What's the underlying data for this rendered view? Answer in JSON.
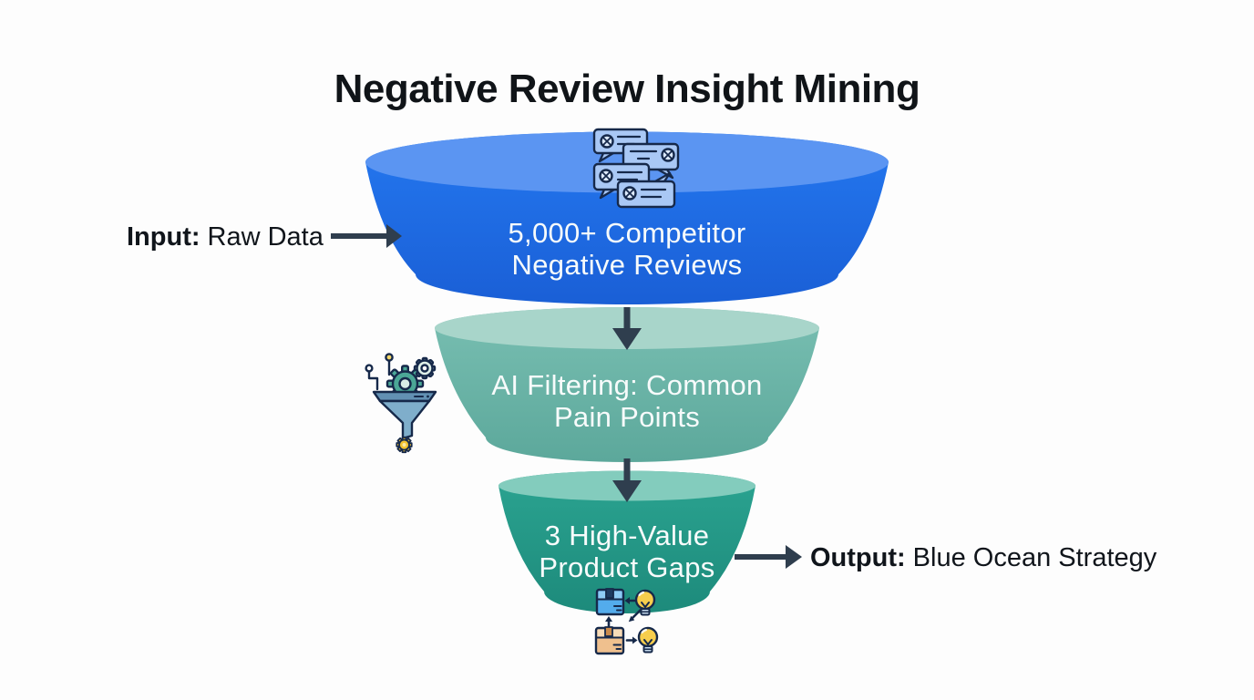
{
  "title": "Negative Review Insight Mining",
  "input_label": {
    "prefix": "Input:",
    "rest": "Raw Data"
  },
  "output_label": {
    "prefix": "Output:",
    "rest": "Blue Ocean Strategy"
  },
  "funnel": {
    "stages": [
      {
        "line1": "5,000+ Competitor",
        "line2": "Negative Reviews",
        "icon": "negative-review-chat-bubbles",
        "top_color": "#5B95F2",
        "body_color": "#2478F0",
        "body_color_dark": "#1A5FD6"
      },
      {
        "line1": "AI Filtering: Common",
        "line2": "Pain Points",
        "icon": "ai-filter-funnel-gears",
        "top_color": "#A8D5CA",
        "body_color": "#79BFB2",
        "body_color_dark": "#5CA89B"
      },
      {
        "line1": "3 High-Value",
        "line2": "Product Gaps",
        "icon": "boxes-and-lightbulbs",
        "top_color": "#83CCBD",
        "body_color": "#2BA491",
        "body_color_dark": "#1D8A7B"
      }
    ]
  },
  "colors": {
    "background": "#FDFDFD",
    "arrow": "#2F3E4E",
    "title_text": "#101418",
    "stage_text": "#F7FBFB",
    "label_text": "#10151B",
    "icon_outline": "#16294A",
    "icon_funnel_blue": "#7FAECB",
    "icon_gear_teal": "#4BA796",
    "icon_yellow": "#F2C230",
    "icon_bulb_yellow": "#F7CE4D",
    "icon_box_blue": "#53ACEC",
    "icon_box_tan": "#EFC08E"
  }
}
